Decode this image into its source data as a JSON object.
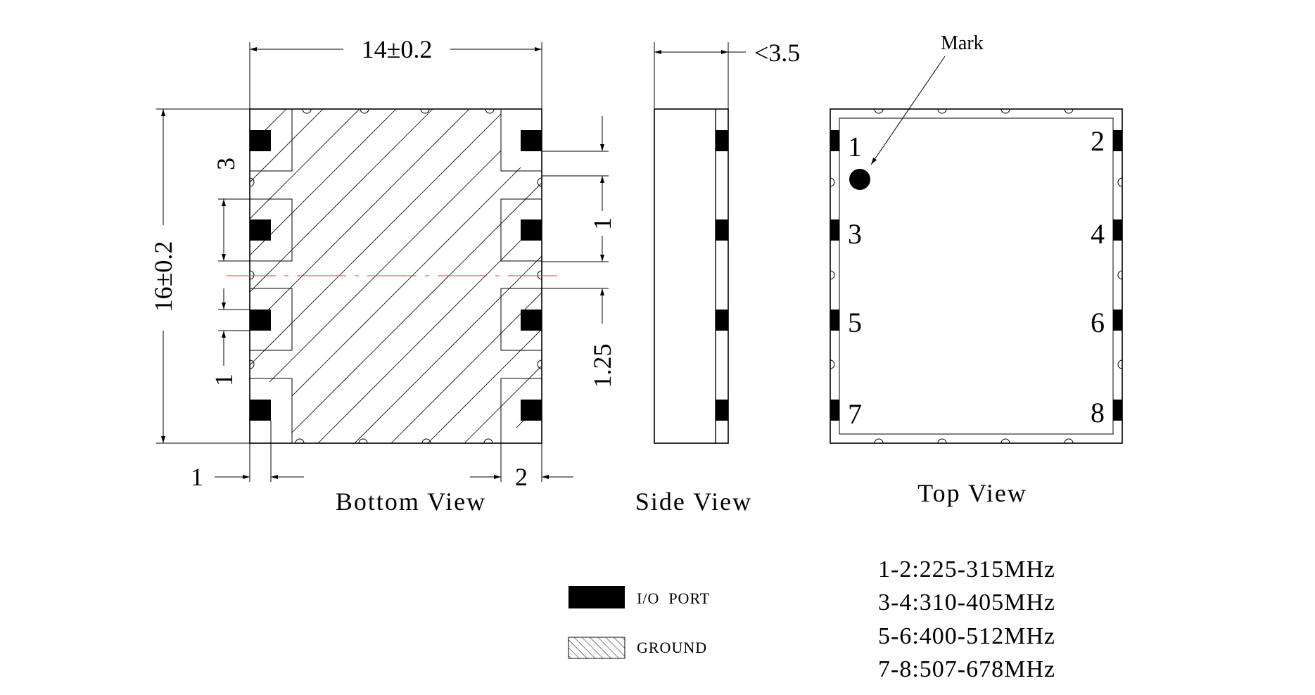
{
  "views": {
    "bottom": "Bottom View",
    "side": "Side View",
    "top": "Top View"
  },
  "dimensions": {
    "width": "14±0.2",
    "height": "16±0.2",
    "thickness": "<3.5",
    "pad_pitch": "3",
    "pad_width_left": "1",
    "pad_spacing_right": "1",
    "pad_height_right": "1.25",
    "pad_length_bottom_left": "1",
    "pad_length_bottom_right": "2"
  },
  "mark_label": "Mark",
  "pins": [
    "1",
    "2",
    "3",
    "4",
    "5",
    "6",
    "7",
    "8"
  ],
  "legend": {
    "io_port": "I/O  PORT",
    "ground": "GROUND"
  },
  "frequencies": [
    "1-2:225-315MHz",
    "3-4:310-405MHz",
    "5-6:400-512MHz",
    "7-8:507-678MHz"
  ],
  "colors": {
    "line": "#000000",
    "centerline": "#e03a2f",
    "background": "#ffffff"
  }
}
